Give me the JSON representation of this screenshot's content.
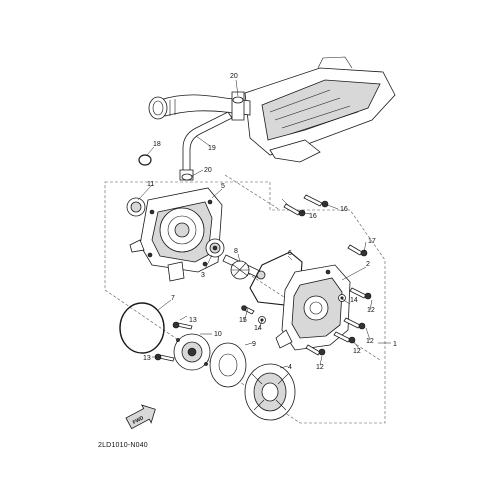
{
  "diagram_code": "2LD1010-N040",
  "fwd_label": "FWD",
  "callouts": {
    "c1": "1",
    "c2": "2",
    "c3": "3",
    "c4": "4",
    "c5": "5",
    "c6": "6",
    "c7": "7",
    "c8": "8",
    "c9": "9",
    "c10": "10",
    "c11": "11",
    "c12a": "12",
    "c12b": "12",
    "c12c": "12",
    "c12d": "12",
    "c13a": "13",
    "c13b": "13",
    "c14a": "14",
    "c14b": "14",
    "c15": "15",
    "c16a": "16",
    "c16b": "16",
    "c17": "17",
    "c18": "18",
    "c19": "19",
    "c20a": "20",
    "c20b": "20"
  }
}
